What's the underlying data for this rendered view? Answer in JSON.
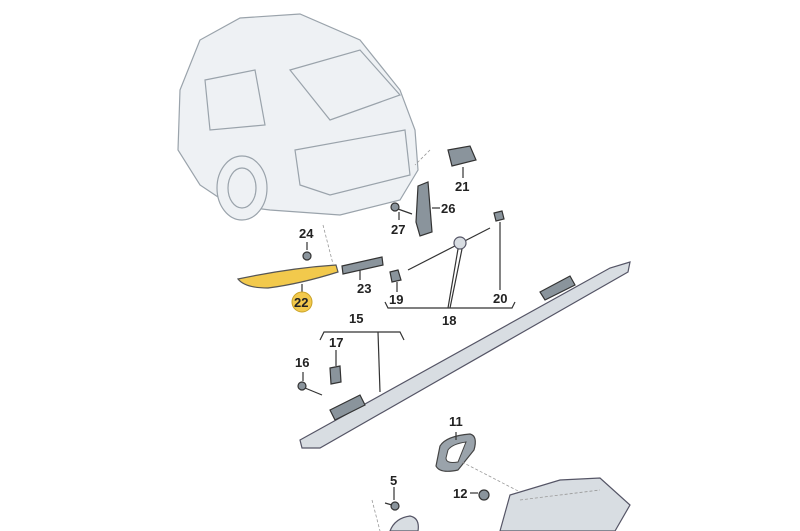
{
  "diagram": {
    "highlight_color": "#f2c94c",
    "highlighted_part": "22",
    "labels": {
      "p21": "21",
      "p26": "26",
      "p27": "27",
      "p24": "24",
      "p22": "22",
      "p23": "23",
      "p19": "19",
      "p20": "20",
      "p18": "18",
      "p15": "15",
      "p17": "17",
      "p16": "16",
      "p11": "11",
      "p5": "5",
      "p12": "12"
    }
  }
}
